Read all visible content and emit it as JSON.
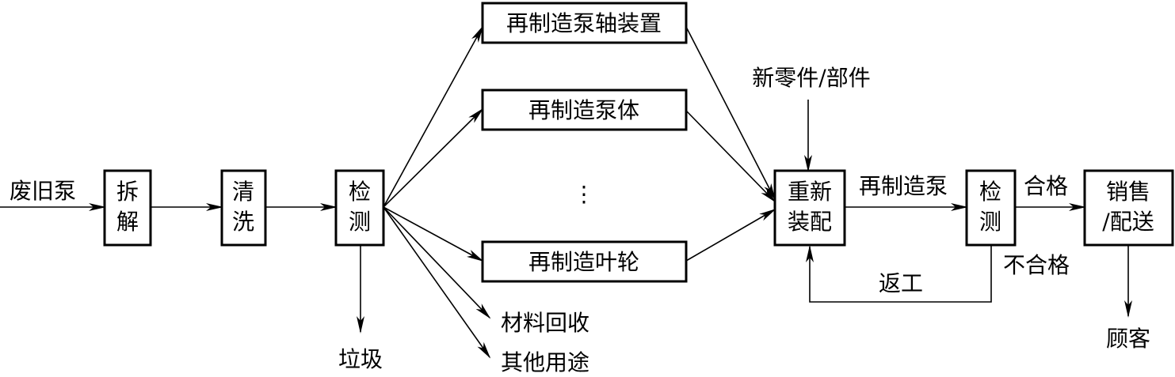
{
  "input_label": "废旧泵",
  "nodes": {
    "disassembly": [
      "拆",
      "解"
    ],
    "cleaning": [
      "清",
      "洗"
    ],
    "inspection1": [
      "检",
      "测"
    ],
    "reman_shaft": "再制造泵轴装置",
    "reman_body": "再制造泵体",
    "ellipsis": "⋮",
    "reman_impeller": "再制造叶轮",
    "reassembly": [
      "重新",
      "装配"
    ],
    "inspection2": [
      "检",
      "测"
    ],
    "sales": [
      "销售",
      "/配送"
    ]
  },
  "labels": {
    "waste": "垃圾",
    "material_recycling": "材料回收",
    "other_uses": "其他用途",
    "new_parts": "新零件/部件",
    "reman_pump": "再制造泵",
    "qualified": "合格",
    "unqualified": "不合格",
    "rework": "返工",
    "customer": "顾客"
  }
}
